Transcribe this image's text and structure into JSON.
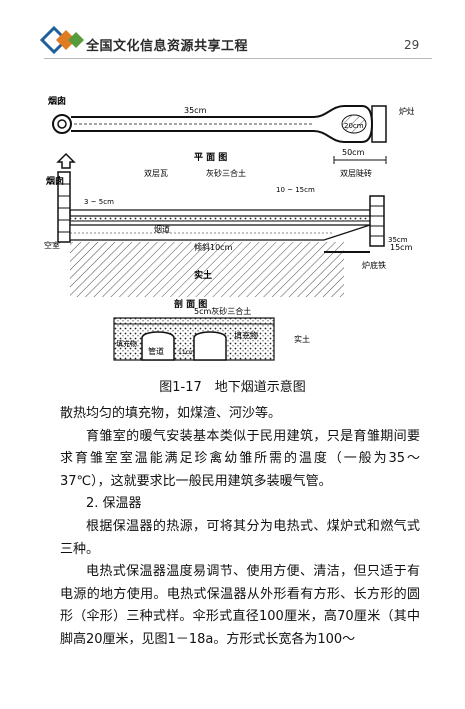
{
  "header": {
    "title": "全国文化信息资源共享工程",
    "page_number": "29"
  },
  "figure": {
    "plan_labels": {
      "chimney": "烟囱",
      "width": "35cm",
      "right_dim": "20cm",
      "right_side": "炉灶",
      "scale": "50cm",
      "view_title": "平 面 图"
    },
    "section_labels": {
      "chimney": "烟囱",
      "thickness": "3 ~ 5cm",
      "double_tile": "双层瓦",
      "lime_soil": "灰砂三合土",
      "layer": "10 ~ 15cm",
      "double_brick": "双层陡砖",
      "flue": "烟道",
      "slope": "倾斜10cm",
      "pit": "空室",
      "height": "35cm",
      "right_dim": "15cm",
      "grate": "炉底铁",
      "solid_soil": "实土",
      "view_title": "剖 面 图"
    },
    "cross_labels": {
      "top": "5cm灰砂三合土",
      "filler_right": "填充物",
      "filler_left": "填充物",
      "flue": "管道",
      "dim": "11cm",
      "solid_soil": "实土"
    }
  },
  "caption": "图1-17　地下烟道示意图",
  "paragraphs": [
    "散热均匀的填充物，如煤渣、河沙等。",
    "育雏室的暖气安装基本类似于民用建筑，只是育雏期间要求育雏室室温能满足珍禽幼雏所需的温度（一般为35～37℃），这就要求比一般民用建筑多装暖气管。",
    "2. 保温器",
    "根据保温器的热源，可将其分为电热式、煤炉式和燃气式三种。",
    "电热式保温器温度易调节、使用方便、清洁，但只适于有电源的地方使用。电热式保温器从外形看有方形、长方形的圆形（伞形）三种式样。伞形式直径100厘米，高70厘米（其中脚高20厘米，见图1－18a。方形式长宽各为100～"
  ],
  "colors": {
    "logo_blue": "#1f5f9a",
    "logo_orange": "#e07b22",
    "logo_green": "#5a9a3a"
  }
}
